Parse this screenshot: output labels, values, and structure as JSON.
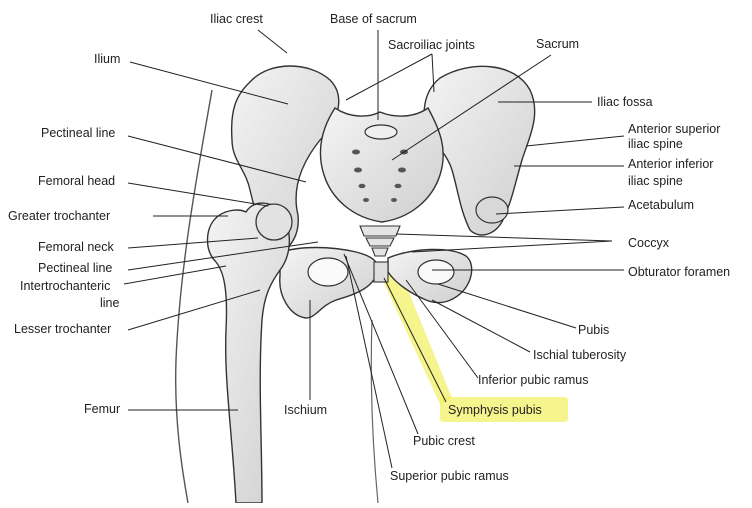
{
  "labels": {
    "iliac_crest": "Iliac crest",
    "base_of_sacrum": "Base of sacrum",
    "sacroiliac_joints": "Sacroiliac joints",
    "sacrum": "Sacrum",
    "ilium": "Ilium",
    "iliac_fossa": "Iliac fossa",
    "pectineal_line_upper": "Pectineal line",
    "anterior_superior_iliac_spine_1": "Anterior superior",
    "anterior_superior_iliac_spine_2": "iliac spine",
    "anterior_inferior_iliac_spine_1": "Anterior inferior",
    "anterior_inferior_iliac_spine_2": "iliac spine",
    "femoral_head": "Femoral head",
    "acetabulum": "Acetabulum",
    "greater_trochanter": "Greater trochanter",
    "coccyx": "Coccyx",
    "femoral_neck": "Femoral neck",
    "pectineal_line_lower": "Pectineal line",
    "obturator_foramen": "Obturator foramen",
    "intertrochanteric_line_1": "Intertrochanteric",
    "intertrochanteric_line_2": "line",
    "lesser_trochanter": "Lesser trochanter",
    "pubis": "Pubis",
    "ischial_tuberosity": "Ischial tuberosity",
    "inferior_pubic_ramus": "Inferior pubic ramus",
    "femur": "Femur",
    "ischium": "Ischium",
    "symphysis_pubis": "Symphysis pubis",
    "pubic_crest": "Pubic crest",
    "superior_pubic_ramus": "Superior pubic ramus"
  },
  "colors": {
    "highlight": "#f3f065",
    "bone_fill": "#e6e6e6",
    "bone_stroke": "#333333",
    "leader": "#222222"
  }
}
